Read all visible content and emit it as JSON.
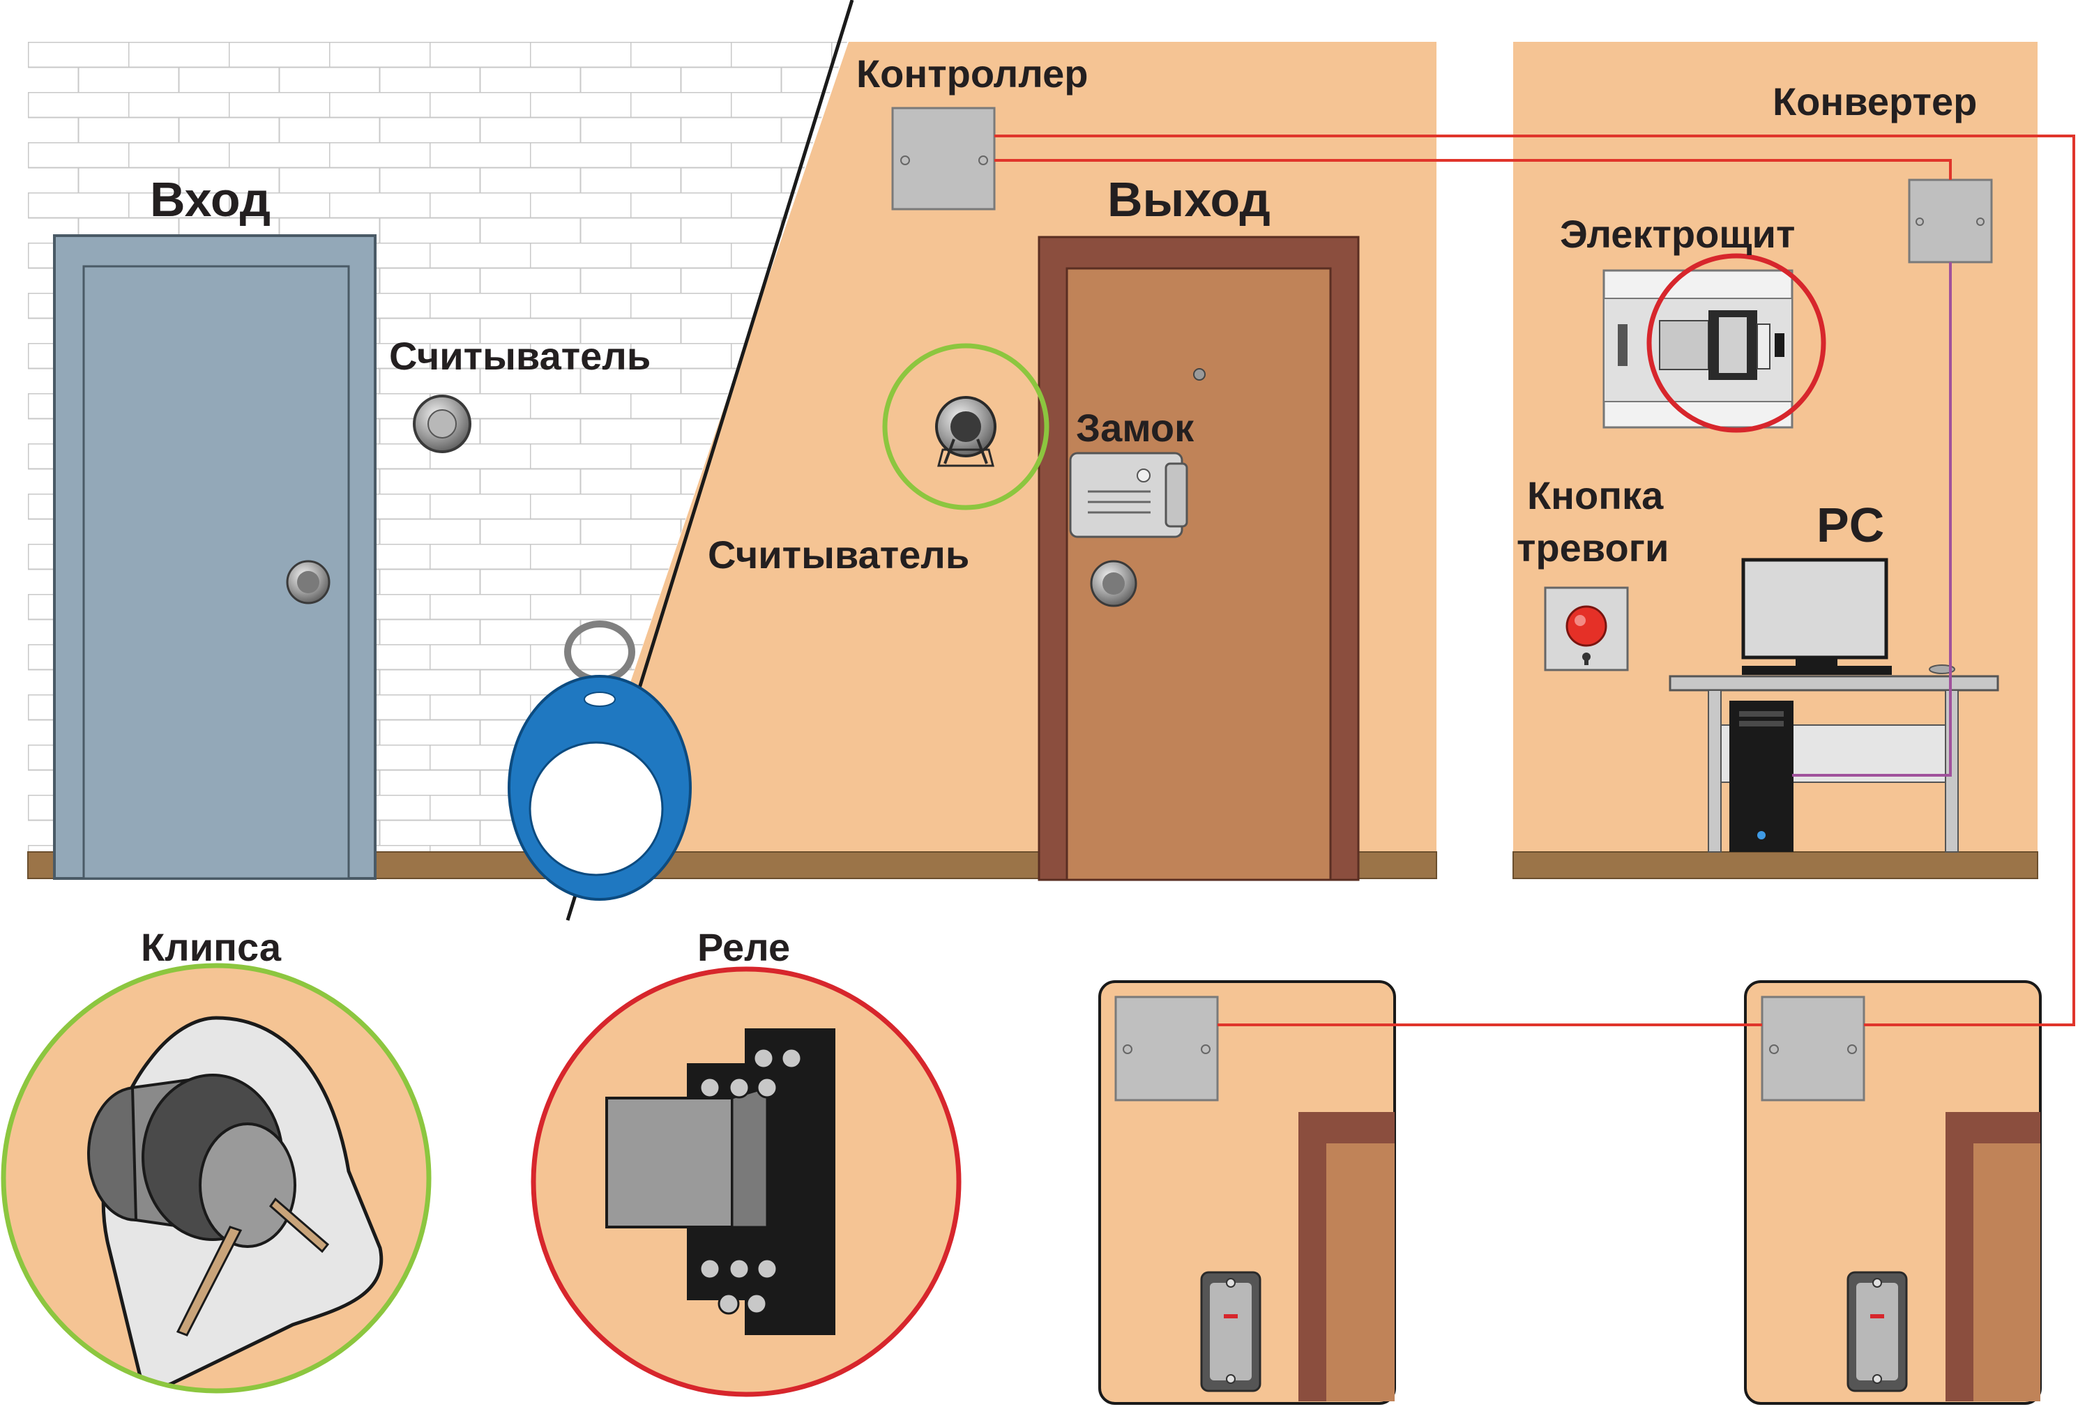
{
  "labels": {
    "entrance": "Вход",
    "reader_entrance": "Считыватель",
    "controller": "Контроллер",
    "exit": "Выход",
    "reader_exit": "Считыватель",
    "lock": "Замок",
    "converter": "Конвертер",
    "panel": "Электрощит",
    "alarm_line1": "Кнопка",
    "alarm_line2": "тревоги",
    "pc": "PC",
    "clip": "Клипса",
    "relay": "Реле"
  },
  "colors": {
    "wall": "#f5c494",
    "brick_bg": "#ffffff",
    "brick_line": "#c8c8c8",
    "floor": "#9b7448",
    "steel_door": "#93a8b8",
    "wood_door": "#c08358",
    "door_frame": "#8b4e3e",
    "box_grey": "#bfbfbf",
    "wire_red": "#e0352b",
    "wire_purple": "#a0529c",
    "highlight_green": "#8cc63f",
    "highlight_red": "#d7262c",
    "keyfob_blue": "#1f78c1",
    "pc_black": "#1a1a1a"
  }
}
